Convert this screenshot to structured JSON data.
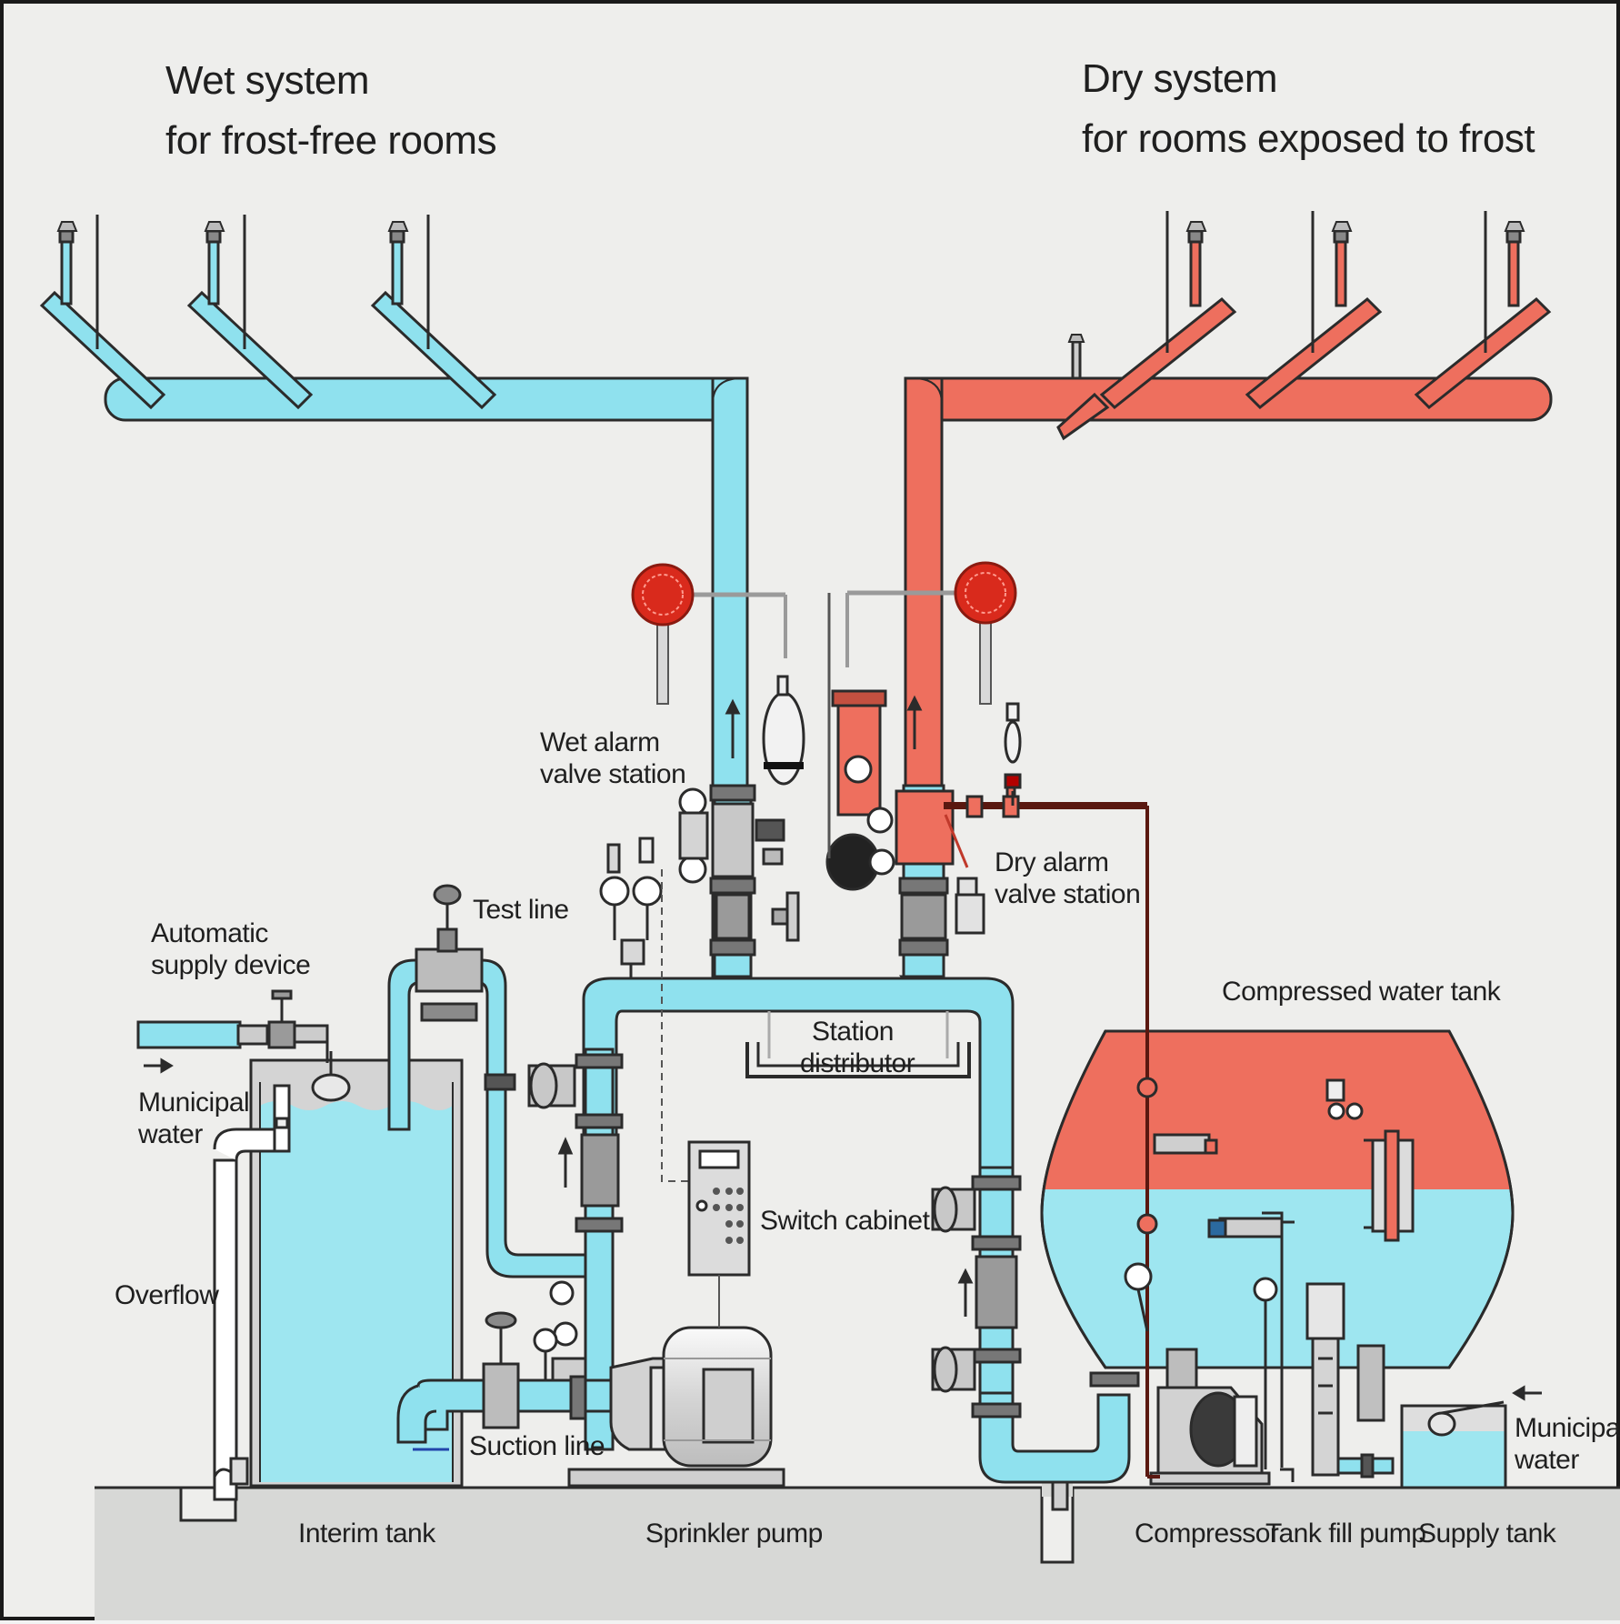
{
  "headings": {
    "wet": [
      "Wet system",
      "for frost-free rooms"
    ],
    "dry": [
      "Dry system",
      "for rooms exposed to frost"
    ]
  },
  "labels": {
    "wet_alarm": [
      "Wet alarm",
      "valve station"
    ],
    "dry_alarm": [
      "Dry alarm",
      "valve station"
    ],
    "test_line": "Test line",
    "automatic_supply": [
      "Automatic",
      "supply device"
    ],
    "municipal_water_left": [
      "Municipal",
      "water"
    ],
    "overflow": "Overflow",
    "station_distributor": [
      "Station",
      "distributor"
    ],
    "switch_cabinet": "Switch cabinet",
    "compressed_water_tank": "Compressed water tank",
    "suction_line": "Suction line",
    "interim_tank": "Interim tank",
    "sprinkler_pump": "Sprinkler pump",
    "compressor": "Compressor",
    "tank_fill_pump": "Tank fill pump",
    "supply_tank": "Supply tank",
    "municipal_water_right": [
      "Municipal",
      "water"
    ]
  },
  "colors": {
    "wet_pipe": "#8fe1ee",
    "dry_pipe": "#ee6f5e",
    "water": "#9ee6f0",
    "outline": "#2b2b2b",
    "floor": "#d7d8d6",
    "alarm_bell": "#d92a1c"
  }
}
